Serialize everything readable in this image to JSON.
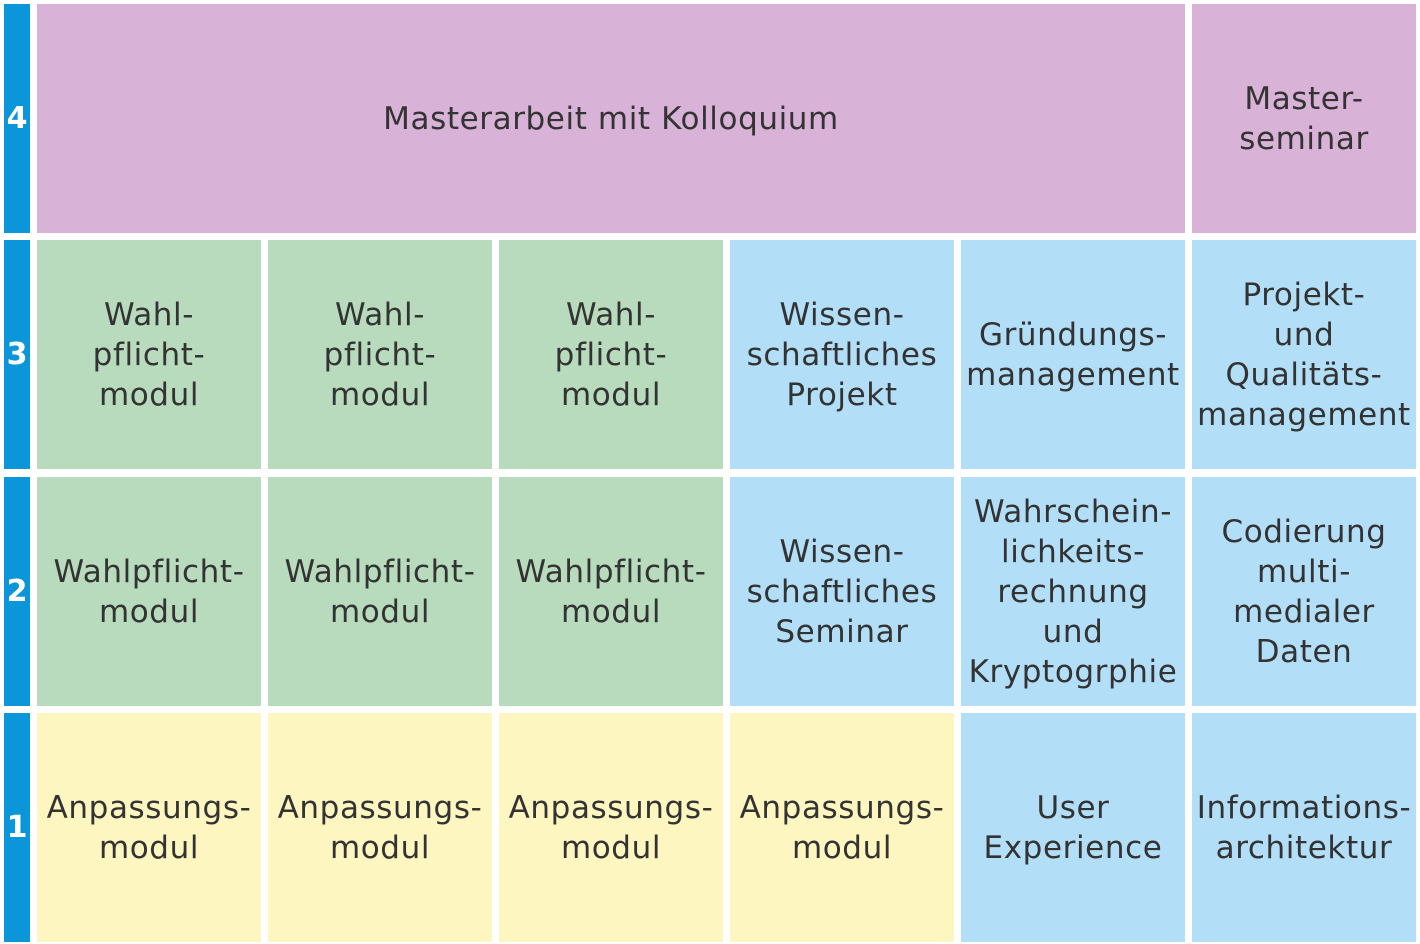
{
  "colors": {
    "semester_bar": "#0a96d8",
    "thesis": "#d9b3d7",
    "elective": "#b7dbbc",
    "core": "#b2def7",
    "adaptation": "#fdf6c0"
  },
  "semesters": {
    "s4": "4",
    "s3": "3",
    "s2": "2",
    "s1": "1"
  },
  "row4": {
    "thesis": "Masterarbeit mit Kolloquium",
    "seminar_l1": "Master-",
    "seminar_l2": "seminar"
  },
  "row3": {
    "wp_l1": "Wahl-",
    "wp_l2": "pflicht-",
    "wp_l3": "modul",
    "wp_count": 3,
    "ws_l1": "Wissen-",
    "ws_l2": "schaftliches",
    "ws_l3": "Projekt",
    "gm_l1": "Gründungs-",
    "gm_l2": "management",
    "pq_l1": "Projekt-",
    "pq_l2": "und",
    "pq_l3": "Qualitäts-",
    "pq_l4": "management"
  },
  "row2": {
    "wp_l1": "Wahlpflicht-",
    "wp_l2": "modul",
    "wp_count": 3,
    "ws_l1": "Wissen-",
    "ws_l2": "schaftliches",
    "ws_l3": "Seminar",
    "wk_l1": "Wahrschein-",
    "wk_l2": "lichkeits-",
    "wk_l3": "rechnung",
    "wk_l4": "und",
    "wk_l5": "Kryptogrphie",
    "cm_l1": "Codierung",
    "cm_l2": "multi-",
    "cm_l3": "medialer",
    "cm_l4": "Daten"
  },
  "row1": {
    "am_l1": "Anpassungs-",
    "am_l2": "modul",
    "am_count": 4,
    "ux_l1": "User",
    "ux_l2": "Experience",
    "ia_l1": "Informations-",
    "ia_l2": "architektur"
  }
}
